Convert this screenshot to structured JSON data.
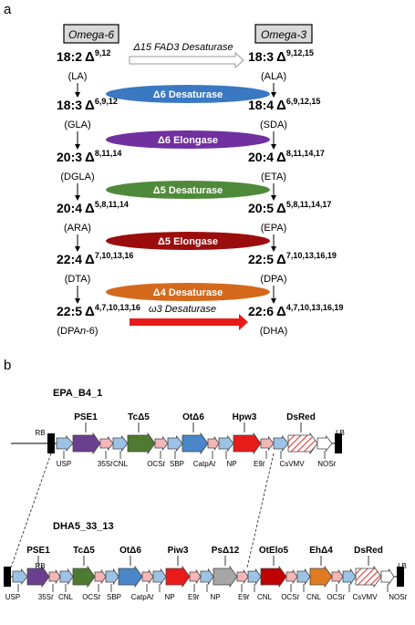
{
  "panel_a": {
    "label": "a",
    "left_header": "Omega-6",
    "right_header": "Omega-3",
    "top_enzyme": "Δ15 FAD3 Desaturase",
    "bottom_enzyme": "ω3 Desaturase",
    "left_acids": [
      {
        "main": "18:2",
        "delta": "Δ",
        "sup": "9,12",
        "abbr": "(LA)"
      },
      {
        "main": "18:3",
        "delta": "Δ",
        "sup": "6,9,12",
        "abbr": "(GLA)"
      },
      {
        "main": "20:3",
        "delta": "Δ",
        "sup": "8,11,14",
        "abbr": "(DGLA)"
      },
      {
        "main": "20:4",
        "delta": "Δ",
        "sup": "5,8,11,14",
        "abbr": "(ARA)"
      },
      {
        "main": "22:4",
        "delta": "Δ",
        "sup": "7,10,13,16",
        "abbr": "(DTA)"
      },
      {
        "main": "22:5",
        "delta": "Δ",
        "sup": "4,7,10,13,16",
        "abbr_pre": "(DPA",
        "abbr_it": "n",
        "abbr_post": "-6)"
      }
    ],
    "right_acids": [
      {
        "main": "18:3",
        "delta": "Δ",
        "sup": "9,12,15",
        "abbr": "(ALA)"
      },
      {
        "main": "18:4",
        "delta": "Δ",
        "sup": "6,9,12,15",
        "abbr": "(SDA)"
      },
      {
        "main": "20:4",
        "delta": "Δ",
        "sup": "8,11,14,17",
        "abbr": "(ETA)"
      },
      {
        "main": "20:5",
        "delta": "Δ",
        "sup": "5,8,11,14,17",
        "abbr": "(EPA)"
      },
      {
        "main": "22:5",
        "delta": "Δ",
        "sup": "7,10,13,16,19",
        "abbr": "(DPA)"
      },
      {
        "main": "22:6",
        "delta": "Δ",
        "sup": "4,7,10,13,16,19",
        "abbr": "(DHA)"
      }
    ],
    "enzymes": [
      {
        "label": "Δ6 Desaturase",
        "color": "#3a78c2"
      },
      {
        "label": "Δ6 Elongase",
        "color": "#7030a0"
      },
      {
        "label": "Δ5 Desaturase",
        "color": "#4f8a3a"
      },
      {
        "label": "Δ5 Elongase",
        "color": "#9b0d0d"
      },
      {
        "label": "Δ4 Desaturase",
        "color": "#d4691c"
      }
    ]
  },
  "panel_b": {
    "label": "b",
    "cassette1": {
      "title": "EPA_B4_1",
      "left_border": "RB",
      "right_border": "LB",
      "genes": [
        "PSE1",
        "TcΔ5",
        "OtΔ6",
        "Hpw3",
        "DsRed"
      ],
      "elements": [
        "USP",
        "35S",
        "CNL",
        "OCS",
        "SBP",
        "CatpA",
        "NP",
        "E9",
        "CsVMV",
        "NOS"
      ],
      "terminator_suffix": "t"
    },
    "cassette2": {
      "title": "DHA5_33_13",
      "left_border": "RB",
      "right_border": "LB",
      "genes": [
        "PSE1",
        "TcΔ5",
        "OtΔ6",
        "Piw3",
        "PsΔ12",
        "OtElo5",
        "EhΔ4",
        "DsRed"
      ],
      "elements": [
        "USP",
        "35S",
        "CNL",
        "OCS",
        "SBP",
        "CatpA",
        "NP",
        "E9",
        "NP",
        "E9",
        "CNL",
        "OCS",
        "CNL",
        "OCS",
        "CsVMV",
        "NOS"
      ],
      "terminator_suffix": "t"
    },
    "colors": {
      "promoter": "#9cc3e6",
      "terminator": "#f4b6b6",
      "pse1": "#6b3f8f",
      "tc_d5": "#4f7a32",
      "ot_d6": "#4a86c8",
      "w3": "#e81b1b",
      "ps_d12": "#a6a6a6",
      "otelo5": "#c00000",
      "eh_d4": "#e07b22",
      "dsred_stripe": "#e05050"
    }
  }
}
